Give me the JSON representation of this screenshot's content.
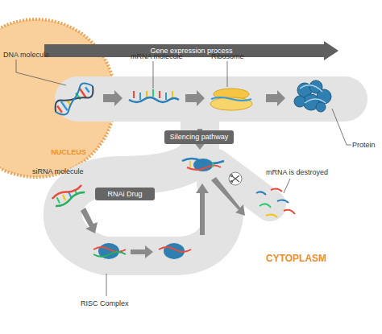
{
  "diagram": {
    "nodes": [
      {
        "text": [
          "Gene expression process"
        ]
      },
      {
        "text": [
          "NUCLEUS"
        ]
      },
      {
        "text": [
          "Silencing pathway"
        ]
      },
      {
        "text": [
          "RNAi Drug"
        ]
      }
    ],
    "labels": [
      "DNA molecule",
      "mRNA molecule",
      "Ribosome",
      "Protein",
      "siRNA molecule",
      "mRNA is destroyed",
      "RISC Complex",
      "CYTOPLASM"
    ]
  }
}
